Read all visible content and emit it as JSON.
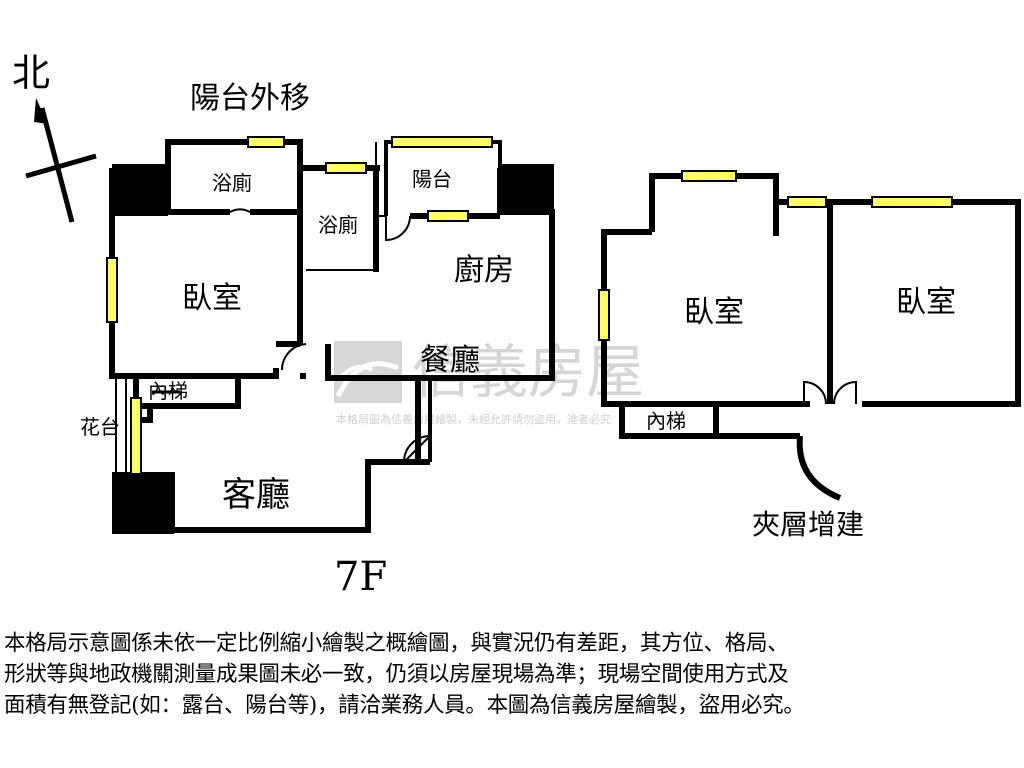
{
  "compass": {
    "label": "北"
  },
  "annotation_balcony_moved": "陽台外移",
  "rooms": {
    "bath_left": "浴廁",
    "bath_mid": "浴廁",
    "balcony": "陽台",
    "bedroom_main": "臥室",
    "kitchen": "廚房",
    "dining": "餐廳",
    "stair_left": "內梯",
    "planter": "花台",
    "living": "客廳",
    "bedroom_right1": "臥室",
    "bedroom_right2": "臥室",
    "stair_right": "內梯",
    "mezzanine_note": "夾層增建"
  },
  "floor_label": "7F",
  "watermark": {
    "brand": "信義房屋",
    "notice": "本格局圖為信義房屋繪製，未經允許請勿盜用，違者必究"
  },
  "disclaimer_lines": [
    "本格局示意圖係未依一定比例縮小繪製之概繪圖，與實況仍有差距，其方位、格局、",
    "形狀等與地政機關測量成果圖未必一致，仍須以房屋現場為準；現場空間使用方式及",
    "面積有無登記(如：露台、陽台等)，請洽業務人員。本圖為信義房屋繪製，盜用必究。"
  ],
  "colors": {
    "wall": "#000000",
    "window": "#ffff66",
    "watermark": "#c8c8c8"
  }
}
